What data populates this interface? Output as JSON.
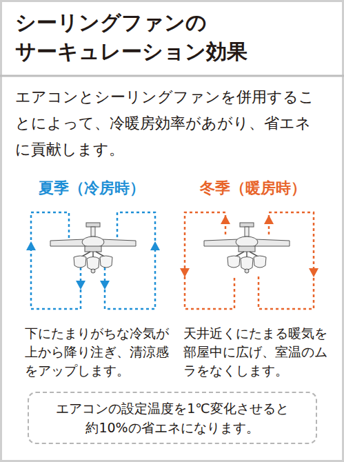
{
  "diagram": {
    "title": "シーリングファンの サーキュレーション効果",
    "nodes": [
      {
        "text": [
          "エアコンの設定温度を1℃変化させると約10%の省エネになります。"
        ]
      }
    ],
    "labels": [
      "エアコンとシーリングファンを併用することによって、冷暖房効率があがり、省エネに貢献します。",
      "夏季（冷房時）",
      "冬季（暖房時）",
      "下にたまりがちな冷気が上から降り注ぎ、清涼感をアップします。",
      "天井近くにたまる暖気を部屋中に広げ、室温のムラをなくします。"
    ]
  }
}
